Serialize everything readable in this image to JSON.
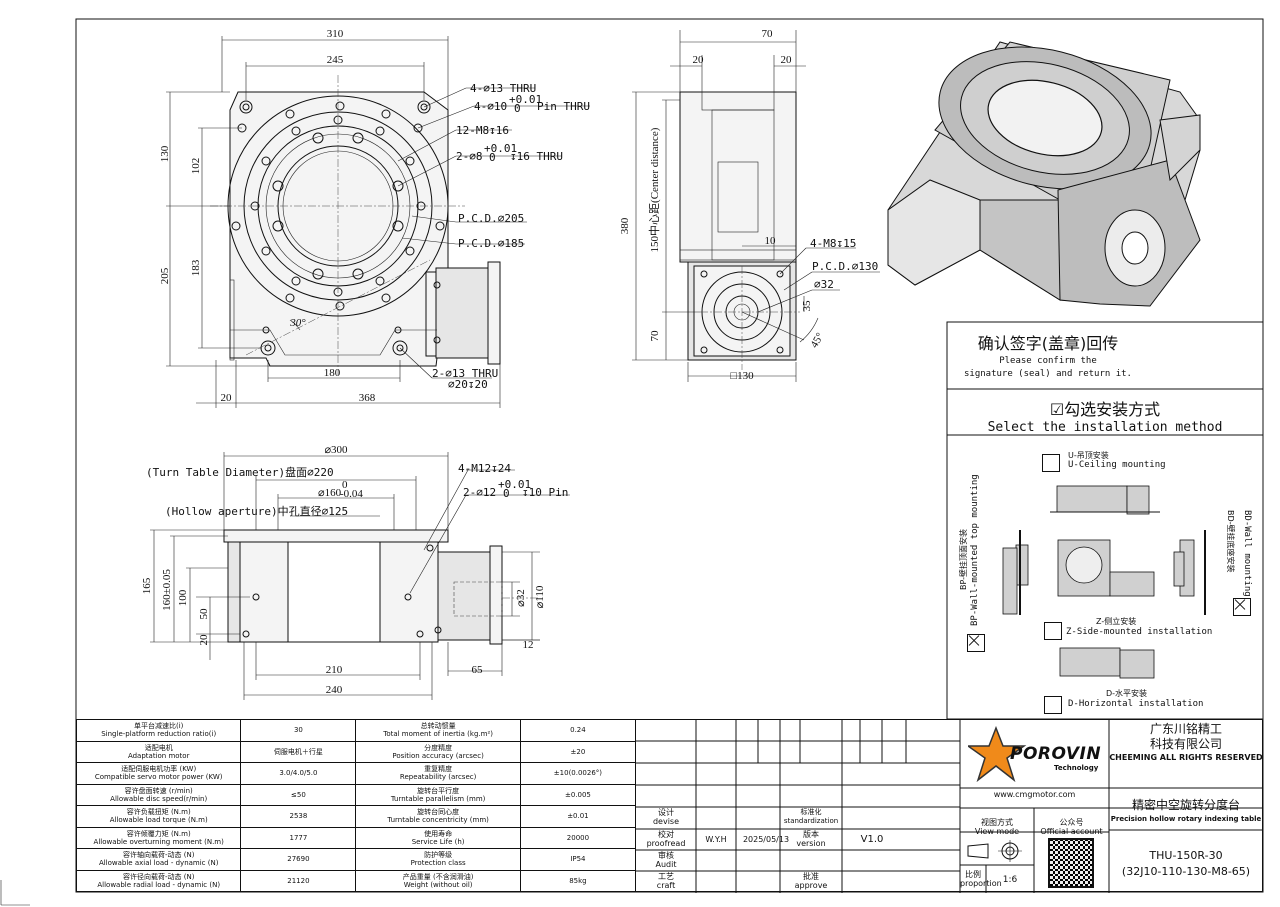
{
  "views": {
    "top": {
      "dims": {
        "w310": "310",
        "w245": "245",
        "h130": "130",
        "h102": "102",
        "h205": "205",
        "h183": "183",
        "w180": "180",
        "w20": "20",
        "w368": "368",
        "angle30": "30°"
      },
      "callouts": {
        "c1": "4-⌀13 THRU",
        "c2a": "4-⌀10",
        "c2tol": "+0.01",
        "c2tol0": "0",
        "c2b": "Pin THRU",
        "c3": "12-M8↧16",
        "c4a": "2-⌀8",
        "c4tol": "+0.01",
        "c4tol0": "0",
        "c4b": "↧16 THRU",
        "c5": "P.C.D.⌀205",
        "c6": "P.C.D.⌀185",
        "c7a": "2-⌀13 THRU",
        "c7b": "⌀20↧20"
      }
    },
    "side": {
      "dims": {
        "w70": "70",
        "w20a": "20",
        "w20b": "20",
        "h380": "380",
        "center": "150中心距(Center distance)",
        "h70": "70",
        "w10": "10",
        "sq130": "□130",
        "h35": "35",
        "a45": "45°"
      },
      "callouts": {
        "c1": "4-M8↧15",
        "c2": "P.C.D.⌀130",
        "c3": "⌀32"
      }
    },
    "front": {
      "dims": {
        "d300": "⌀300",
        "turn": "(Turn Table Diameter)盘面⌀220",
        "d160a": "⌀160",
        "d160tol1": "0",
        "d160tol2": "-0.04",
        "hollow": "(Hollow aperture)中孔直径⌀125",
        "h165": "165",
        "h160": "160±0.05",
        "h100": "100",
        "h50": "50",
        "h20": "20",
        "w210": "210",
        "w240": "240",
        "w65": "65",
        "w12": "12",
        "d32": "⌀32",
        "d110": "⌀110"
      },
      "callouts": {
        "c1": "4-M12↧24",
        "c2a": "2-⌀12",
        "c2tol": "+0.01",
        "c2tol0": "0",
        "c2b": "↧10 Pin"
      }
    }
  },
  "confirm": {
    "title_cn": "确认签字(盖章)回传",
    "line1": "Please confirm the",
    "line2": "signature (seal) and return it."
  },
  "install": {
    "title_cn": "☑勾选安装方式",
    "title_en": "Select the installation method",
    "u_cn": "U-吊顶安装",
    "u_en": "U-Ceiling mounting",
    "bp_cn": "BP-壁挂顶面安装",
    "bp_en": "BP-Wall-mounted top mounting",
    "bd_cn": "BD-壁挂底座安装",
    "bd_en": "BD-Wall mounting",
    "z_cn": "Z-侧立安装",
    "z_en": "Z-Side-mounted installation",
    "d_cn": "D-水平安装",
    "d_en": "D-Horizontal installation"
  },
  "spec": {
    "rows": [
      {
        "l_cn": "单平台减速比(i)",
        "l_en": "Single-platform reduction ratio(i)",
        "v": "30",
        "r_cn": "总转动惯量",
        "r_en": "Total moment of inertia (kg.m²)",
        "rv": "0.24"
      },
      {
        "l_cn": "适配电机",
        "l_en": "Adaptation motor",
        "v": "伺服电机＋行星",
        "r_cn": "分度精度",
        "r_en": "Position accuracy (arcsec)",
        "rv": "±20"
      },
      {
        "l_cn": "适配伺服电机功率 (KW)",
        "l_en": "Compatible servo motor power (KW)",
        "v": "3.0/4.0/5.0",
        "r_cn": "重复精度",
        "r_en": "Repeatability (arcsec)",
        "rv": "±10(0.0026°)"
      },
      {
        "l_cn": "容许盘面转速 (r/min)",
        "l_en": "Allowable disc speed(r/min)",
        "v": "≤50",
        "r_cn": "旋转台平行度",
        "r_en": "Turntable parallelism (mm)",
        "rv": "±0.005"
      },
      {
        "l_cn": "容许负载扭矩 (N.m)",
        "l_en": "Allowable load torque (N.m)",
        "v": "2538",
        "r_cn": "旋转台同心度",
        "r_en": "Turntable concentricity (mm)",
        "rv": "±0.01"
      },
      {
        "l_cn": "容许倾覆力矩 (N.m)",
        "l_en": "Allowable overturning moment (N.m)",
        "v": "1777",
        "r_cn": "使用寿命",
        "r_en": "Service Life (h)",
        "rv": "20000"
      },
      {
        "l_cn": "容许轴向载荷-动态 (N)",
        "l_en": "Allowable axial load - dynamic (N)",
        "v": "27690",
        "r_cn": "防护等级",
        "r_en": "Protection class",
        "rv": "IP54"
      },
      {
        "l_cn": "容许径向载荷-动态 (N)",
        "l_en": "Allowable radial load - dynamic (N)",
        "v": "21120",
        "r_cn": "产品重量 (不含润滑油)",
        "r_en": "Weight (without oil)",
        "rv": "85kg"
      }
    ]
  },
  "titleblock": {
    "design_cn": "设计",
    "design_en": "devise",
    "proof_cn": "校对",
    "proof_en": "proofread",
    "proof_name": "W.Y.H",
    "proof_date": "2025/05/13",
    "audit_cn": "审核",
    "audit_en": "Audit",
    "craft_cn": "工艺",
    "craft_en": "craft",
    "std_cn": "标准化",
    "std_en": "standardization",
    "ver_cn": "版本",
    "ver_en": "version",
    "ver": "V1.0",
    "approve_cn": "批准",
    "approve_en": "approve",
    "company1": "广东川铭精工",
    "company2": "科技有限公司",
    "rights": "CHEEMING ALL RIGHTS RESERVED",
    "logo": "POROVIN",
    "logo_sub": "Technology",
    "website": "www.cmgmotor.com",
    "product_cn": "精密中空旋转分度台",
    "product_en": "Precision hollow rotary indexing table",
    "view_cn": "视图方式",
    "view_en": "View mode",
    "oa_cn": "公众号",
    "oa_en": "Official account",
    "scale_cn": "比例",
    "scale_en": "proportion",
    "scale": "1:6",
    "model": "THU-150R-30",
    "model2": "(32J10-110-130-M8-65)"
  }
}
